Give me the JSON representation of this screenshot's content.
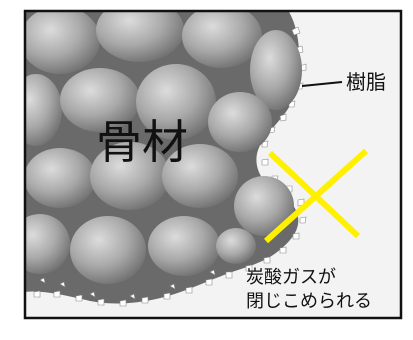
{
  "labels": {
    "aggregate": "骨材",
    "resin": "樹脂",
    "co2_line1": "炭酸ガスが",
    "co2_line2": "閉じこめられる"
  },
  "colors": {
    "frame": "#111111",
    "background": "#f3f3f3",
    "aggregate_light": "#d9d9d9",
    "aggregate_dark": "#6e6e6e",
    "mass_dark": "#6a6a6a",
    "chip_fill": "#ffffff",
    "cross": "#fff000"
  }
}
